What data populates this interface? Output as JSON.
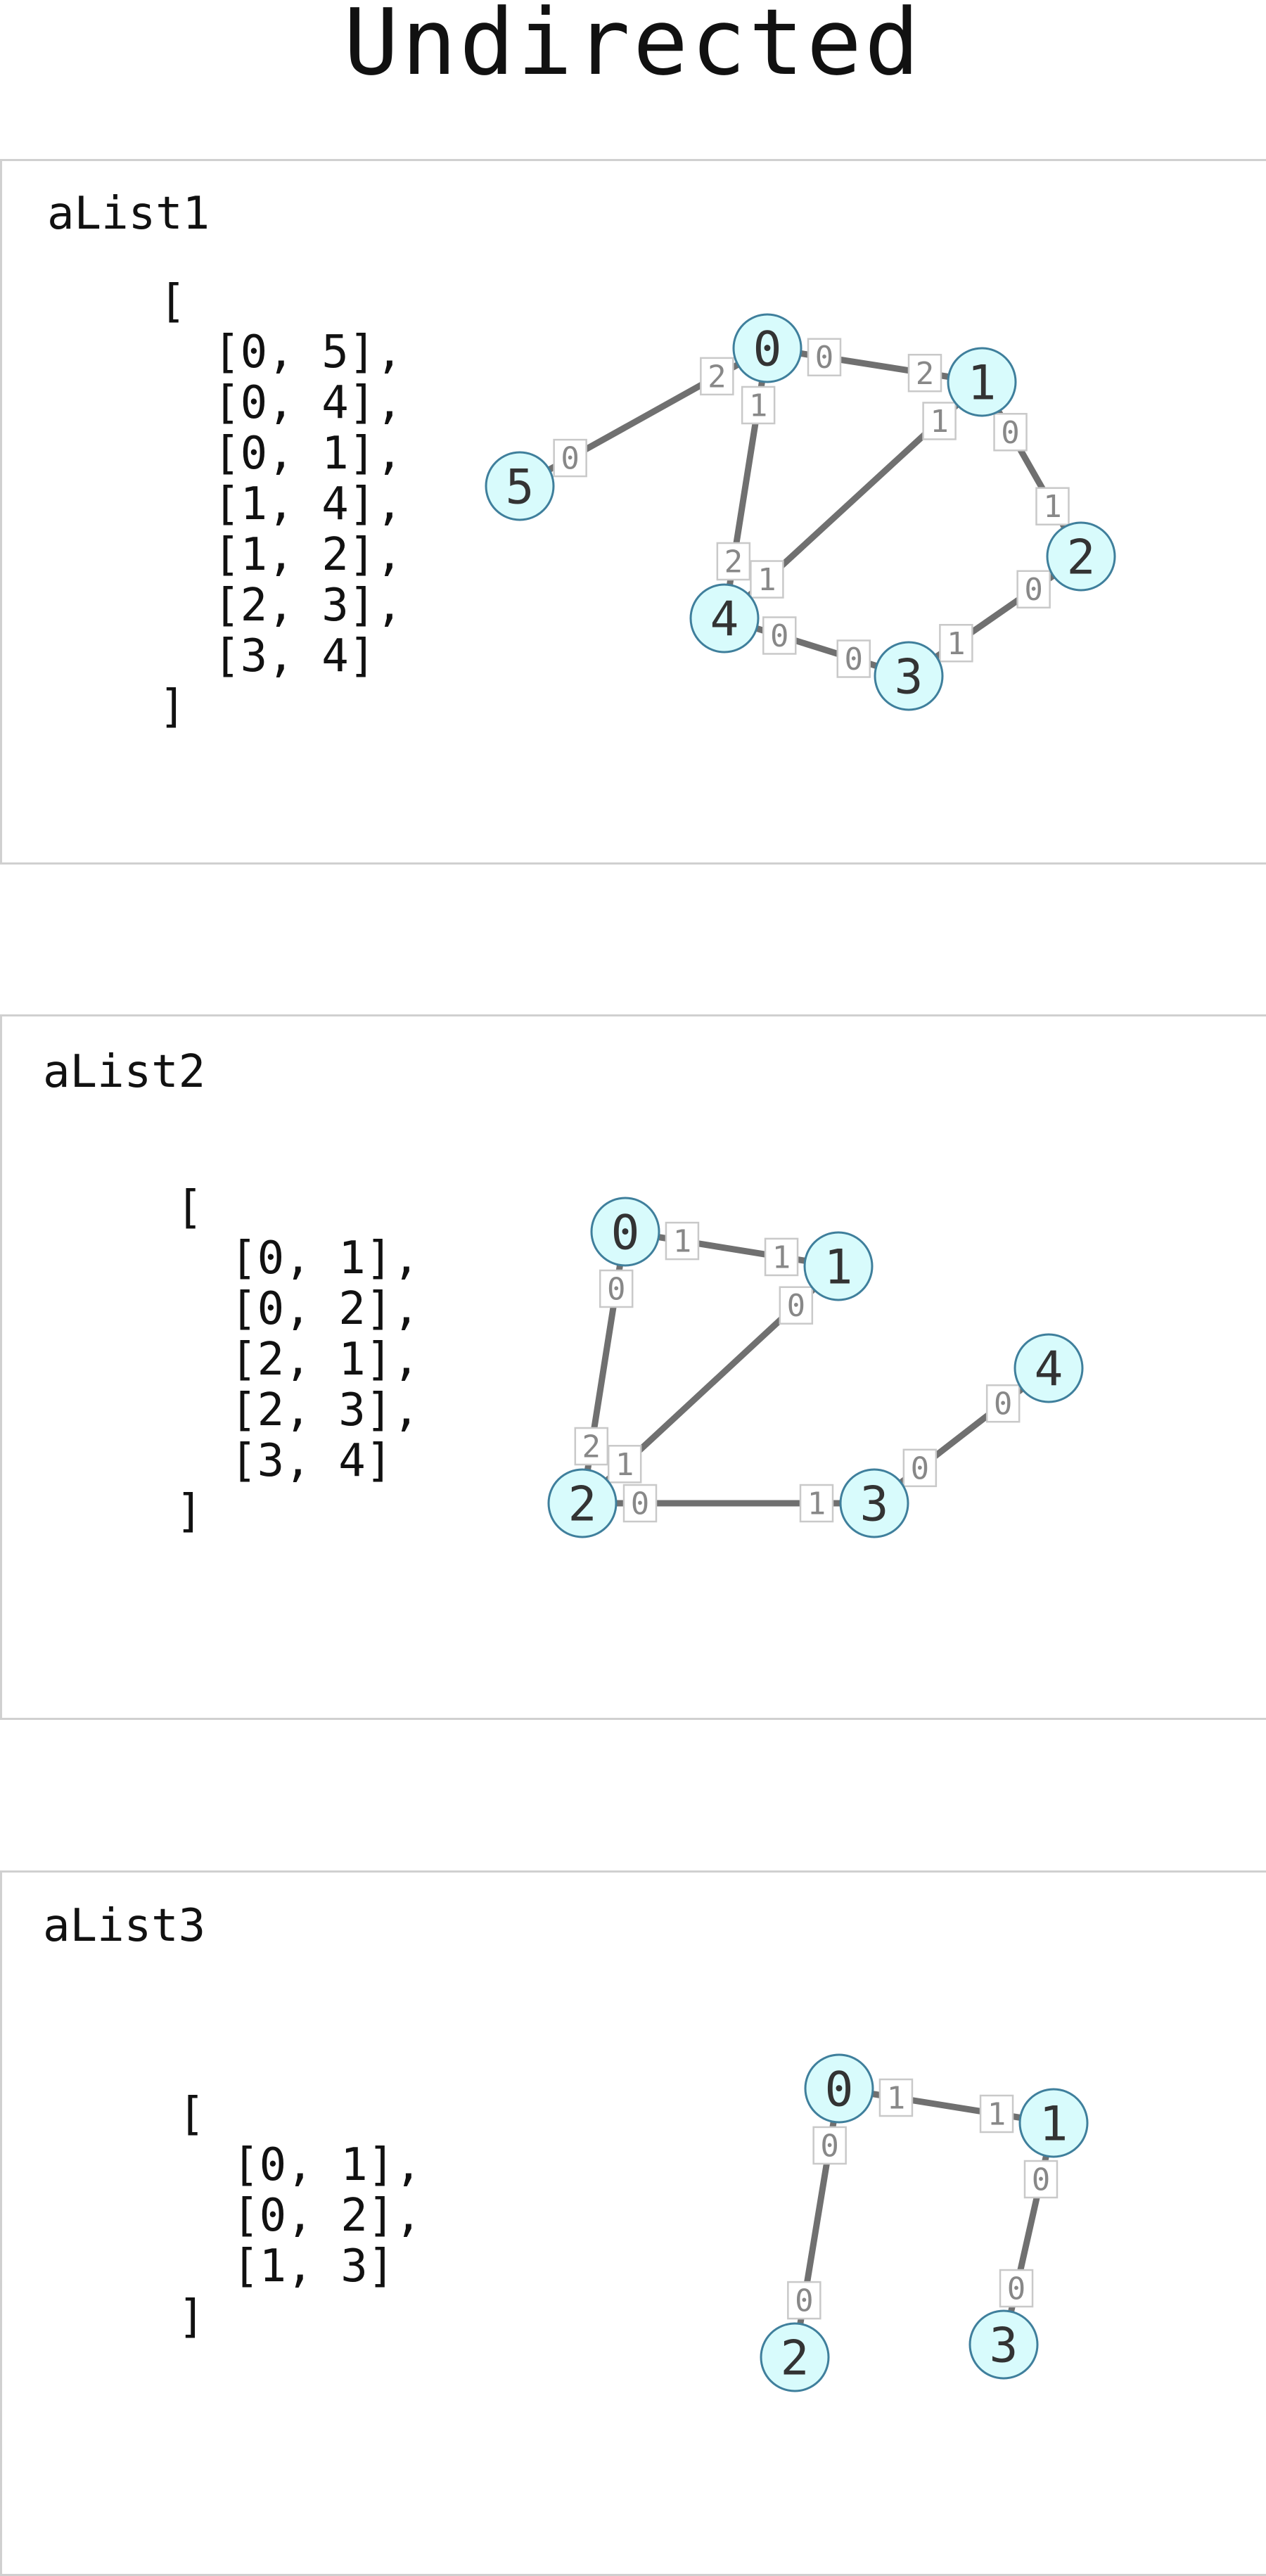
{
  "page": {
    "title": "Undirected"
  },
  "panels": [
    {
      "name": "aList1",
      "code_lines": [
        "[",
        "  [0, 5],",
        "  [0, 4],",
        "  [0, 1],",
        "  [1, 4],",
        "  [1, 2],",
        "  [2, 3],",
        "  [3, 4]",
        "]"
      ],
      "nodes": [
        "0",
        "1",
        "2",
        "3",
        "4",
        "5"
      ],
      "edges": [
        {
          "from": "0",
          "to": "5",
          "from_label": "2",
          "to_label": "0"
        },
        {
          "from": "0",
          "to": "4",
          "from_label": "1",
          "to_label": "2"
        },
        {
          "from": "0",
          "to": "1",
          "from_label": "0",
          "to_label": "2"
        },
        {
          "from": "1",
          "to": "4",
          "from_label": "1",
          "to_label": "1"
        },
        {
          "from": "1",
          "to": "2",
          "from_label": "0",
          "to_label": "1"
        },
        {
          "from": "2",
          "to": "3",
          "from_label": "0",
          "to_label": "1"
        },
        {
          "from": "3",
          "to": "4",
          "from_label": "0",
          "to_label": "0"
        }
      ]
    },
    {
      "name": "aList2",
      "code_lines": [
        "[",
        "  [0, 1],",
        "  [0, 2],",
        "  [2, 1],",
        "  [2, 3],",
        "  [3, 4]",
        "]"
      ],
      "nodes": [
        "0",
        "1",
        "2",
        "3",
        "4"
      ],
      "edges": [
        {
          "from": "0",
          "to": "1",
          "from_label": "1",
          "to_label": "1"
        },
        {
          "from": "0",
          "to": "2",
          "from_label": "0",
          "to_label": "2"
        },
        {
          "from": "2",
          "to": "1",
          "from_label": "1",
          "to_label": "0"
        },
        {
          "from": "2",
          "to": "3",
          "from_label": "0",
          "to_label": "1"
        },
        {
          "from": "3",
          "to": "4",
          "from_label": "0",
          "to_label": "0"
        }
      ]
    },
    {
      "name": "aList3",
      "code_lines": [
        "[",
        "  [0, 1],",
        "  [0, 2],",
        "  [1, 3]",
        "]"
      ],
      "nodes": [
        "0",
        "1",
        "2",
        "3"
      ],
      "edges": [
        {
          "from": "0",
          "to": "1",
          "from_label": "1",
          "to_label": "1"
        },
        {
          "from": "0",
          "to": "2",
          "from_label": "0",
          "to_label": "0"
        },
        {
          "from": "1",
          "to": "3",
          "from_label": "0",
          "to_label": "0"
        }
      ]
    }
  ]
}
